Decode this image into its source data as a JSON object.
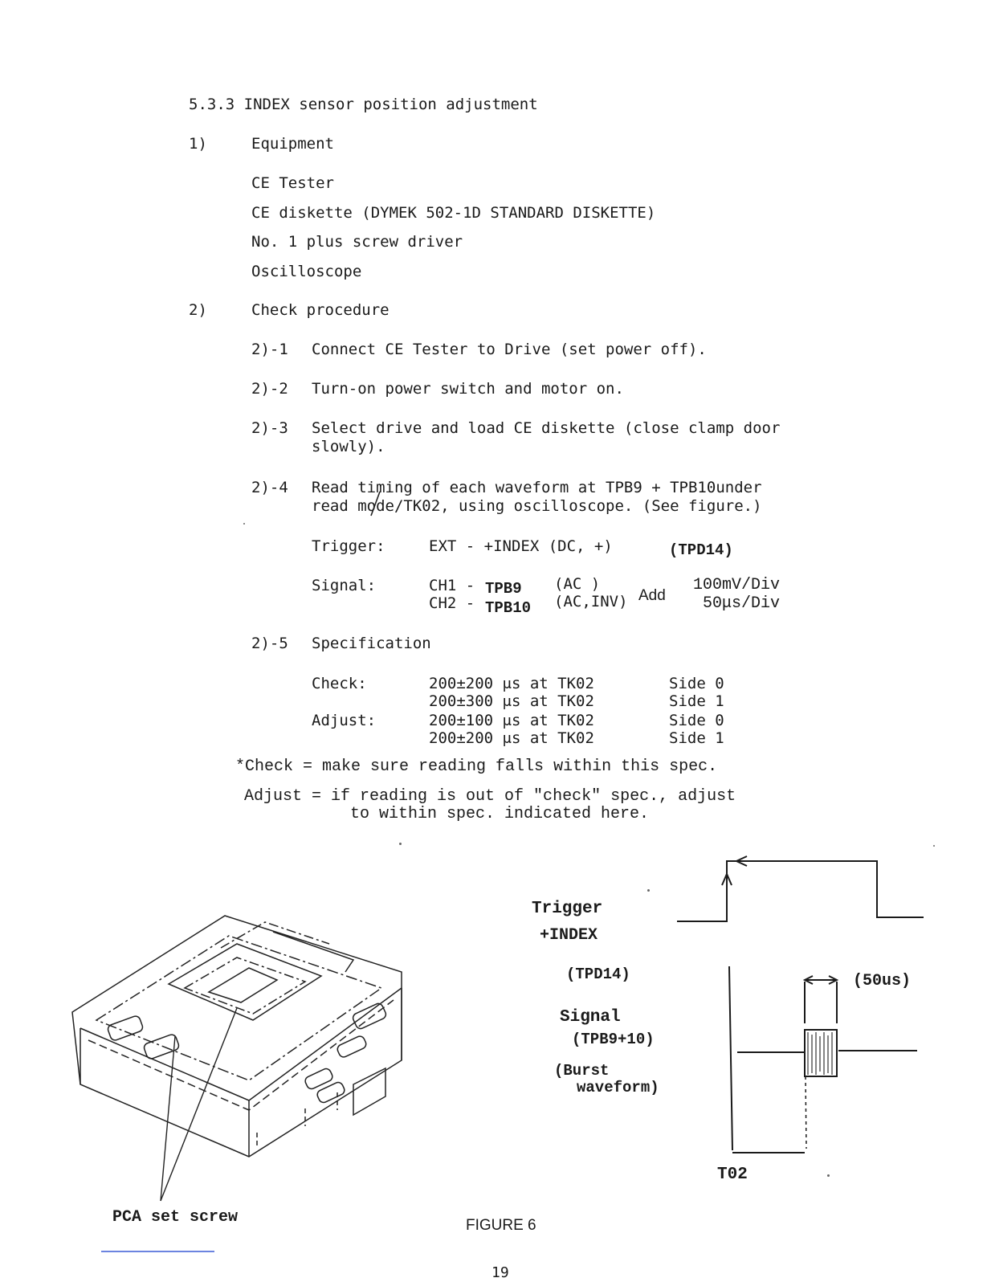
{
  "section_title": "5.3.3 INDEX sensor position adjustment",
  "equipment": {
    "number": "1)",
    "heading": "Equipment",
    "items": [
      "CE Tester",
      "CE diskette (DYMEK 502-1D STANDARD DISKETTE)",
      "No. 1 plus screw driver",
      "Oscilloscope"
    ]
  },
  "check_procedure": {
    "number": "2)",
    "heading": "Check procedure",
    "steps": [
      {
        "num": "2)-1",
        "lines": [
          "Connect CE Tester to Drive (set power off)."
        ]
      },
      {
        "num": "2)-2",
        "lines": [
          "Turn-on power switch and motor on."
        ]
      },
      {
        "num": "2)-3",
        "lines": [
          "Select drive and load CE diskette (close clamp door",
          "slowly)."
        ]
      },
      {
        "num": "2)-4",
        "lines": [
          "Read timing of each waveform at TPB9 + TPB10under",
          "read mode/TK02, using oscilloscope.  (See figure.)"
        ]
      }
    ],
    "trigger": {
      "label": "Trigger:",
      "value": "EXT - +INDEX (DC, +)",
      "point": "(TPD14)"
    },
    "signal": {
      "label": "Signal:",
      "ch1": {
        "name": "CH1 - ",
        "tp": "TPB9",
        "mode": "(AC    )"
      },
      "ch2": {
        "name": "CH2 - ",
        "tp": "TPB10",
        "mode": "(AC,INV)"
      },
      "add": "Add",
      "vdiv": "100mV/Div",
      "tdiv": "50μs/Div"
    },
    "spec_step": {
      "num": "2)-5",
      "heading": "Specification"
    },
    "spec_rows": [
      {
        "label": "Check:",
        "value": "200±200 μs at TK02",
        "side": "Side 0"
      },
      {
        "label": "",
        "value": "200±300 μs at TK02",
        "side": "Side 1"
      },
      {
        "label": "Adjust:",
        "value": "200±100 μs at TK02",
        "side": "Side 0"
      },
      {
        "label": "",
        "value": "200±200 μs at TK02",
        "side": "Side 1"
      }
    ],
    "notes": {
      "check": "*Check = make sure reading falls within this spec.",
      "adjust_1": "Adjust = if reading is out of \"check\" spec., adjust",
      "adjust_2": "to within spec. indicated here."
    }
  },
  "figure": {
    "caption": "FIGURE 6",
    "pca_label": "PCA set screw",
    "trigger_label_1": "Trigger",
    "trigger_label_2": "+INDEX",
    "tpd_label": "(TPD14)",
    "signal_label_1": "Signal",
    "signal_label_2": "(TPB9+10)",
    "signal_label_3": "(Burst",
    "signal_label_4": "waveform)",
    "width_label": "(50us)",
    "t02_label": "T02"
  },
  "page_number": "19"
}
